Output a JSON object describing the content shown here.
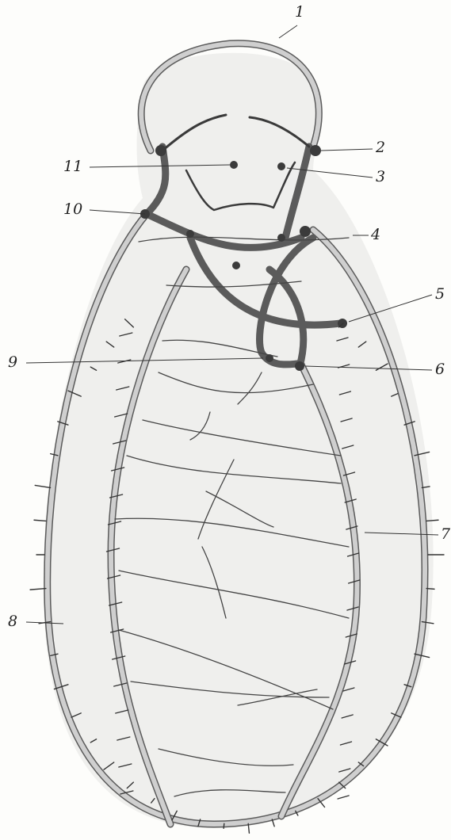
{
  "labels": {
    "l1": "1",
    "l2": "2",
    "l3": "3",
    "l4": "4",
    "l5": "5",
    "l6": "6",
    "l7": "7",
    "l8": "8",
    "l9": "9",
    "l10": "10",
    "l11": "11"
  },
  "colors": {
    "background": "#fdfdfb",
    "membrane": "#ececea",
    "nerve": "#3a3a3a",
    "ganglion": "#3b3b3b"
  }
}
